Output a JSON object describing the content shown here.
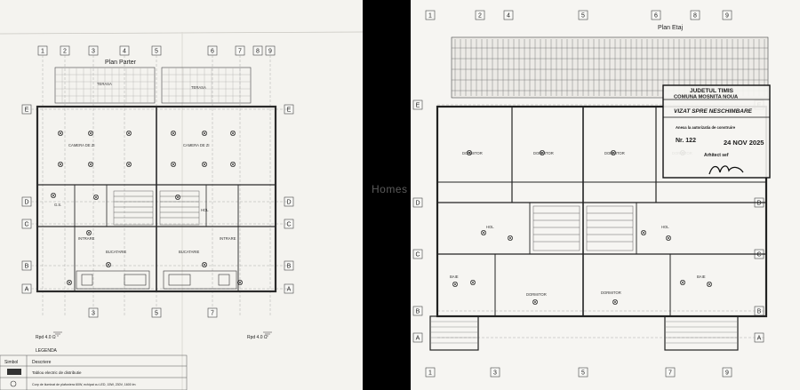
{
  "left_plan": {
    "title": "Plan Parter",
    "axes_top": [
      "1",
      "2",
      "3",
      "4",
      "5",
      "6",
      "7",
      "8",
      "9"
    ],
    "axes_bottom": [
      "3",
      "5",
      "7"
    ],
    "axes_side": [
      "E",
      "D",
      "C",
      "B",
      "A"
    ],
    "rooms": {
      "terasa_left": "TERASA",
      "terasa_right": "TERASA",
      "bedroom_left": "CAMERA DE ZI",
      "bedroom_right": "CAMERA DE ZI",
      "entry_left": "INTRARE",
      "entry_right": "INTRARE",
      "kitchen_left": "BUCATARIE",
      "kitchen_right": "BUCATARIE",
      "hol": "HOL",
      "gs": "G.S."
    },
    "ground_left": "Rpd 4.0 Ω",
    "ground_right": "Rpd 4.0 Ω",
    "legend_title": "LEGENDA",
    "legend_col_symbol": "Simbol",
    "legend_col_desc": "Descriere",
    "legend_row1": "Tablou electric de distributie",
    "legend_row2": "Corp de iluminat de plafoniera 60W, echipat cu LED, 15W, 230V, 1600 lm"
  },
  "right_plan": {
    "title": "Plan Etaj",
    "axes_top": [
      "1",
      "2",
      "4",
      "5",
      "6",
      "8",
      "9"
    ],
    "axes_bottom": [
      "1",
      "3",
      "5",
      "7",
      "9"
    ],
    "axes_side": [
      "E",
      "D",
      "C",
      "B",
      "A"
    ],
    "rooms": {
      "dormitor_1": "DORMITOR",
      "dormitor_2": "DORMITOR",
      "dormitor_3": "DORMITOR",
      "dormitor_4": "DORMITOR",
      "dormitor_5": "DORMITOR",
      "dormitor_6": "DORMITOR",
      "hol_left": "HOL",
      "hol_right": "HOL",
      "baie_left": "BAIE",
      "baie_right": "BAIE"
    }
  },
  "stamp": {
    "line1": "JUDETUL TIMIS",
    "line2": "COMUNA MOSNITA NOUA",
    "line3": "VIZAT SPRE NESCHIMBARE",
    "line4": "Anexa la autorizatia de construire",
    "line5": "Nr. 122",
    "line6": "24 NOV 2025",
    "line7": "Arhitect sef"
  },
  "watermark": "Homes"
}
